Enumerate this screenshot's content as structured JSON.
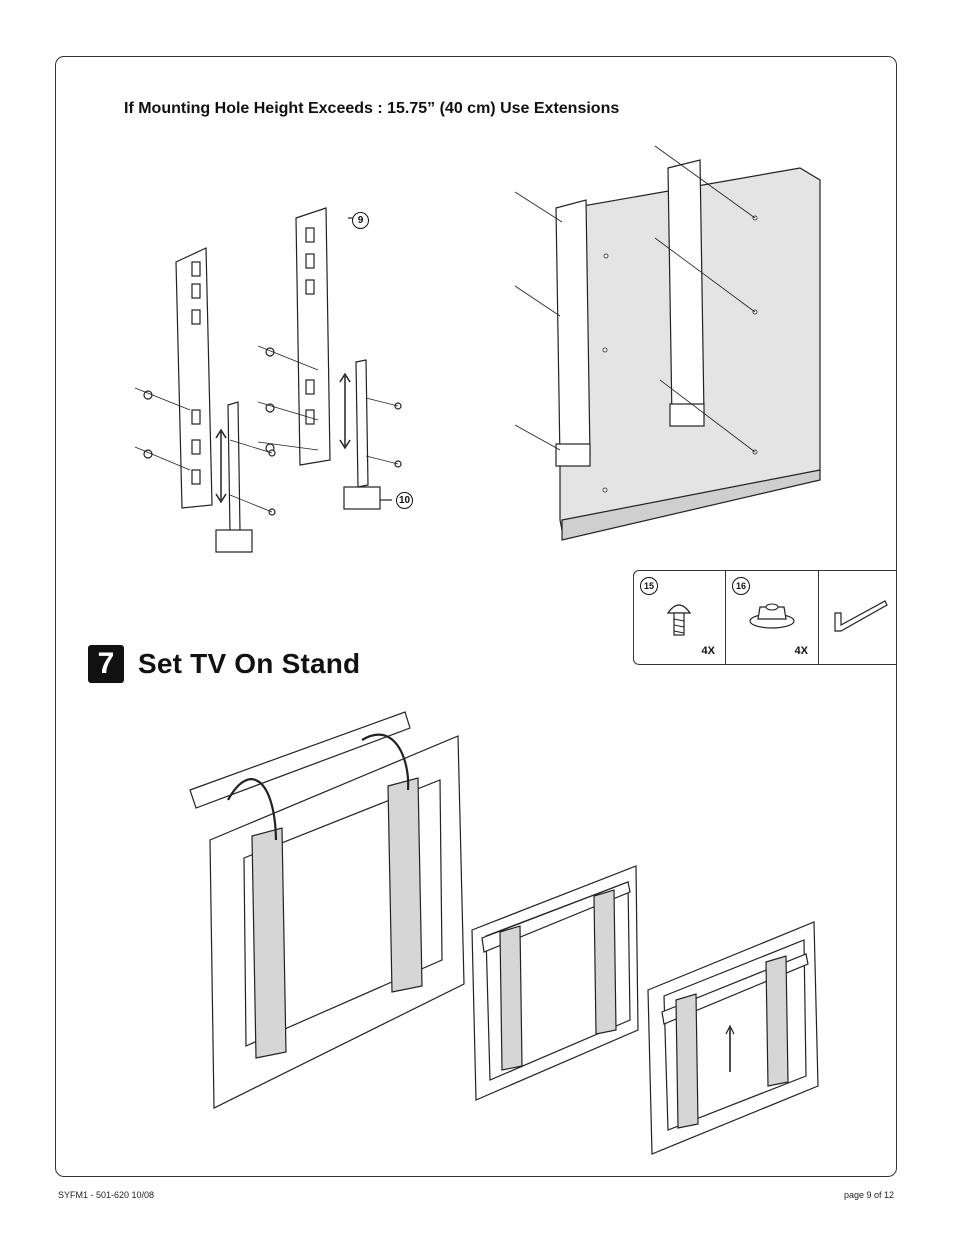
{
  "heading": "If Mounting Hole Height Exceeds : 15.75” (40 cm) Use Extensions",
  "callouts": {
    "plate": "9",
    "extension": "10"
  },
  "step": {
    "number": "7",
    "title": "Set TV On Stand"
  },
  "parts": [
    {
      "num": "15",
      "qty": "4X",
      "icon": "screw-icon"
    },
    {
      "num": "16",
      "qty": "4X",
      "icon": "nut-icon"
    },
    {
      "num": "",
      "qty": "",
      "icon": "allen-wrench-icon"
    }
  ],
  "footer": {
    "left": "SYFM1 - 501-620  10/08",
    "right": "page 9 of 12"
  }
}
